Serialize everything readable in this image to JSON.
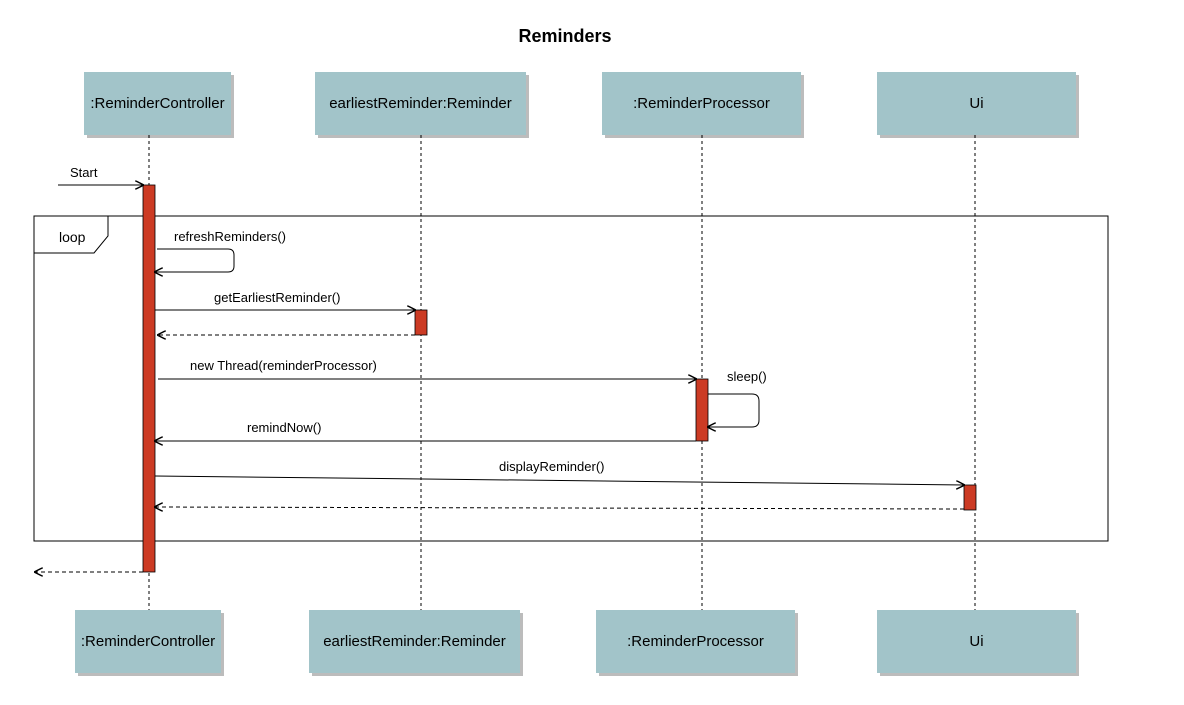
{
  "title": "Reminders",
  "lifelines": [
    {
      "label": ":ReminderController"
    },
    {
      "label": "earliestReminder:Reminder"
    },
    {
      "label": ":ReminderProcessor"
    },
    {
      "label": "Ui"
    }
  ],
  "loop_label": "loop",
  "messages": {
    "start": "Start",
    "refresh": "refreshReminders()",
    "get_earliest": "getEarliestReminder()",
    "new_thread": "new Thread(reminderProcessor)",
    "sleep": "sleep()",
    "remind_now": "remindNow()",
    "display": "displayReminder()"
  },
  "colors": {
    "box_fill": "#a2c4c9",
    "activation_fill": "#cc3b24",
    "line": "#000000"
  }
}
